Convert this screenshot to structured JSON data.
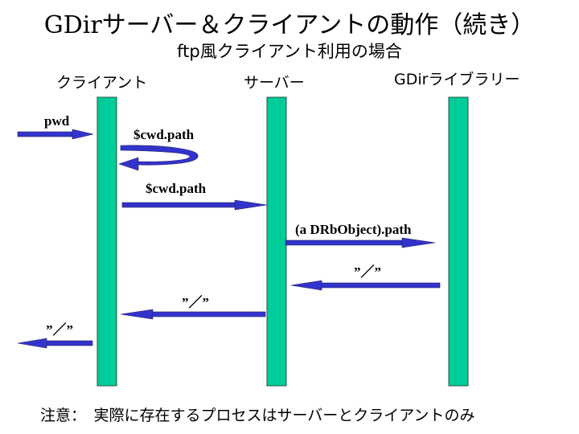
{
  "title": "GDirサーバー＆クライアントの動作（続き）",
  "subtitle": "ftp風クライアント利用の場合",
  "lifelines": {
    "client": "クライアント",
    "server": "サーバー",
    "library": "GDirライブラリー"
  },
  "messages": {
    "pwd": "pwd",
    "self_call": "$cwd.path",
    "to_server": "$cwd.path",
    "to_library": "(a DRbObject).path",
    "return_library": "”／”",
    "return_server": "”／”",
    "return_client": "”／”"
  },
  "note": "注意：　実際に存在するプロセスはサーバーとクライアントのみ",
  "colors": {
    "lifeline": "#00CC99",
    "arrow": "#3333CC"
  }
}
